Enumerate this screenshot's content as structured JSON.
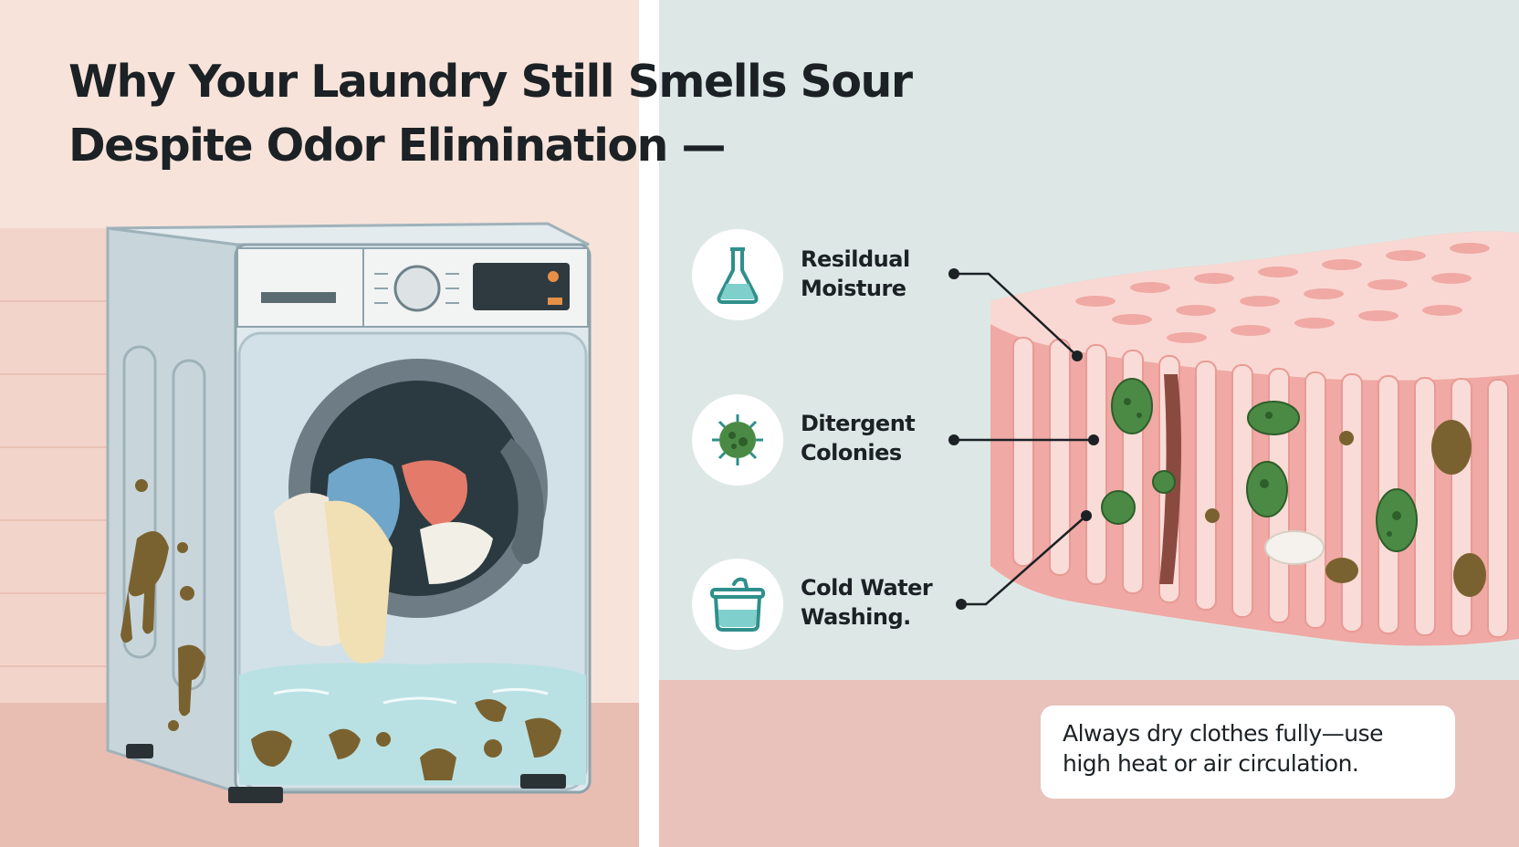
{
  "title": {
    "line1": "Why Your Laundry Still Smells Sour",
    "line2": "Despite Odor Elimination —"
  },
  "factors": [
    {
      "label_line1": "Resildual",
      "label_line2": "Moisture",
      "icon": "flask-icon"
    },
    {
      "label_line1": "Ditergent",
      "label_line2": "Colonies",
      "icon": "bacteria-icon"
    },
    {
      "label_line1": "Cold Water",
      "label_line2": "Washing.",
      "icon": "basin-icon"
    }
  ],
  "tip": {
    "text": "Always dry clothes fully—use high heat or air circulation."
  },
  "colors": {
    "accent_teal": "#2f8f8b",
    "bacteria_green": "#4b8a45",
    "mold_brown": "#7a6230",
    "fabric_pink": "#f0a9a4"
  }
}
